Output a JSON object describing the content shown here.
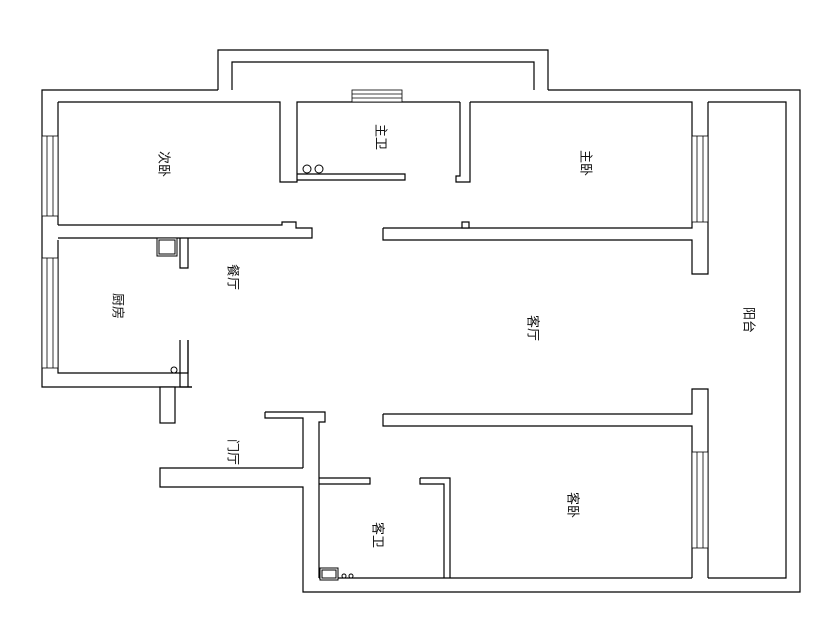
{
  "rooms": {
    "secondary_bedroom": "次卧",
    "master_bath": "主卫",
    "master_bedroom": "主卧",
    "dining": "餐厅",
    "kitchen": "厨房",
    "living": "客厅",
    "balcony": "阳台",
    "foyer": "门厅",
    "guest_bath": "客卫",
    "guest_bedroom": "客卧"
  }
}
